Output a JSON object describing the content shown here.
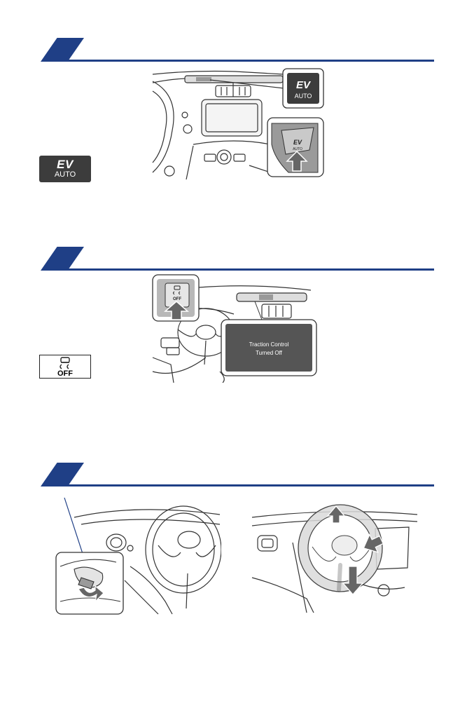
{
  "sections": [
    {
      "id": "ev-mode"
    },
    {
      "id": "traction-control"
    },
    {
      "id": "steering-wheel"
    }
  ],
  "ev_badge": {
    "main": "EV",
    "sub": "AUTO"
  },
  "trac_badge": {
    "sub": "OFF"
  },
  "trac_display": {
    "line1": "Traction Control",
    "line2": "Turned Off"
  },
  "colors": {
    "header": "#1f3f86",
    "badge_dark": "#3c3c3c",
    "inset_bg": "#555555"
  }
}
